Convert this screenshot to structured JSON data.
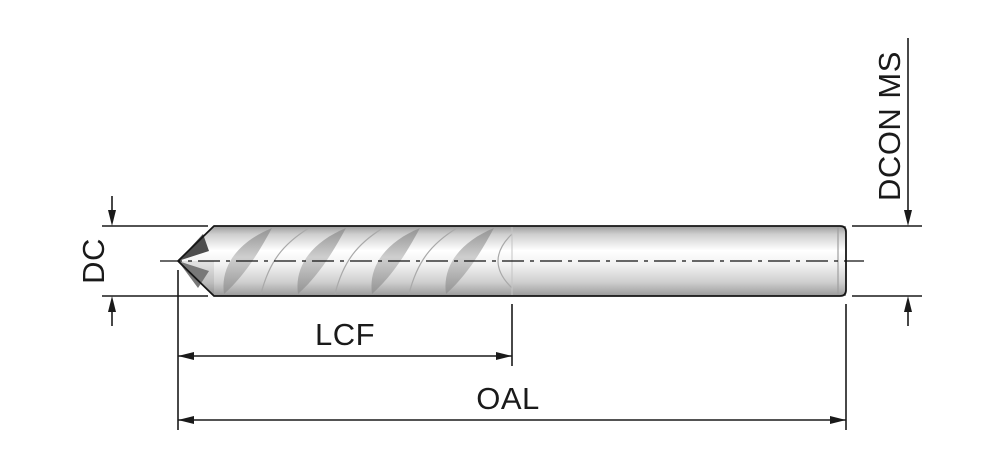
{
  "labels": {
    "dc": "DC",
    "lcf": "LCF",
    "oal": "OAL",
    "dcon_ms": "DCON MS"
  },
  "colors": {
    "line": "#1a1a1a",
    "background": "#ffffff",
    "metal_highlight": "#ffffff",
    "metal_light": "#f2f2f2",
    "metal_mid": "#cfcfcf",
    "metal_shadow": "#9b9b9b",
    "groove": "#8f8f8f",
    "tip_shadow": "#4d4d4d"
  }
}
